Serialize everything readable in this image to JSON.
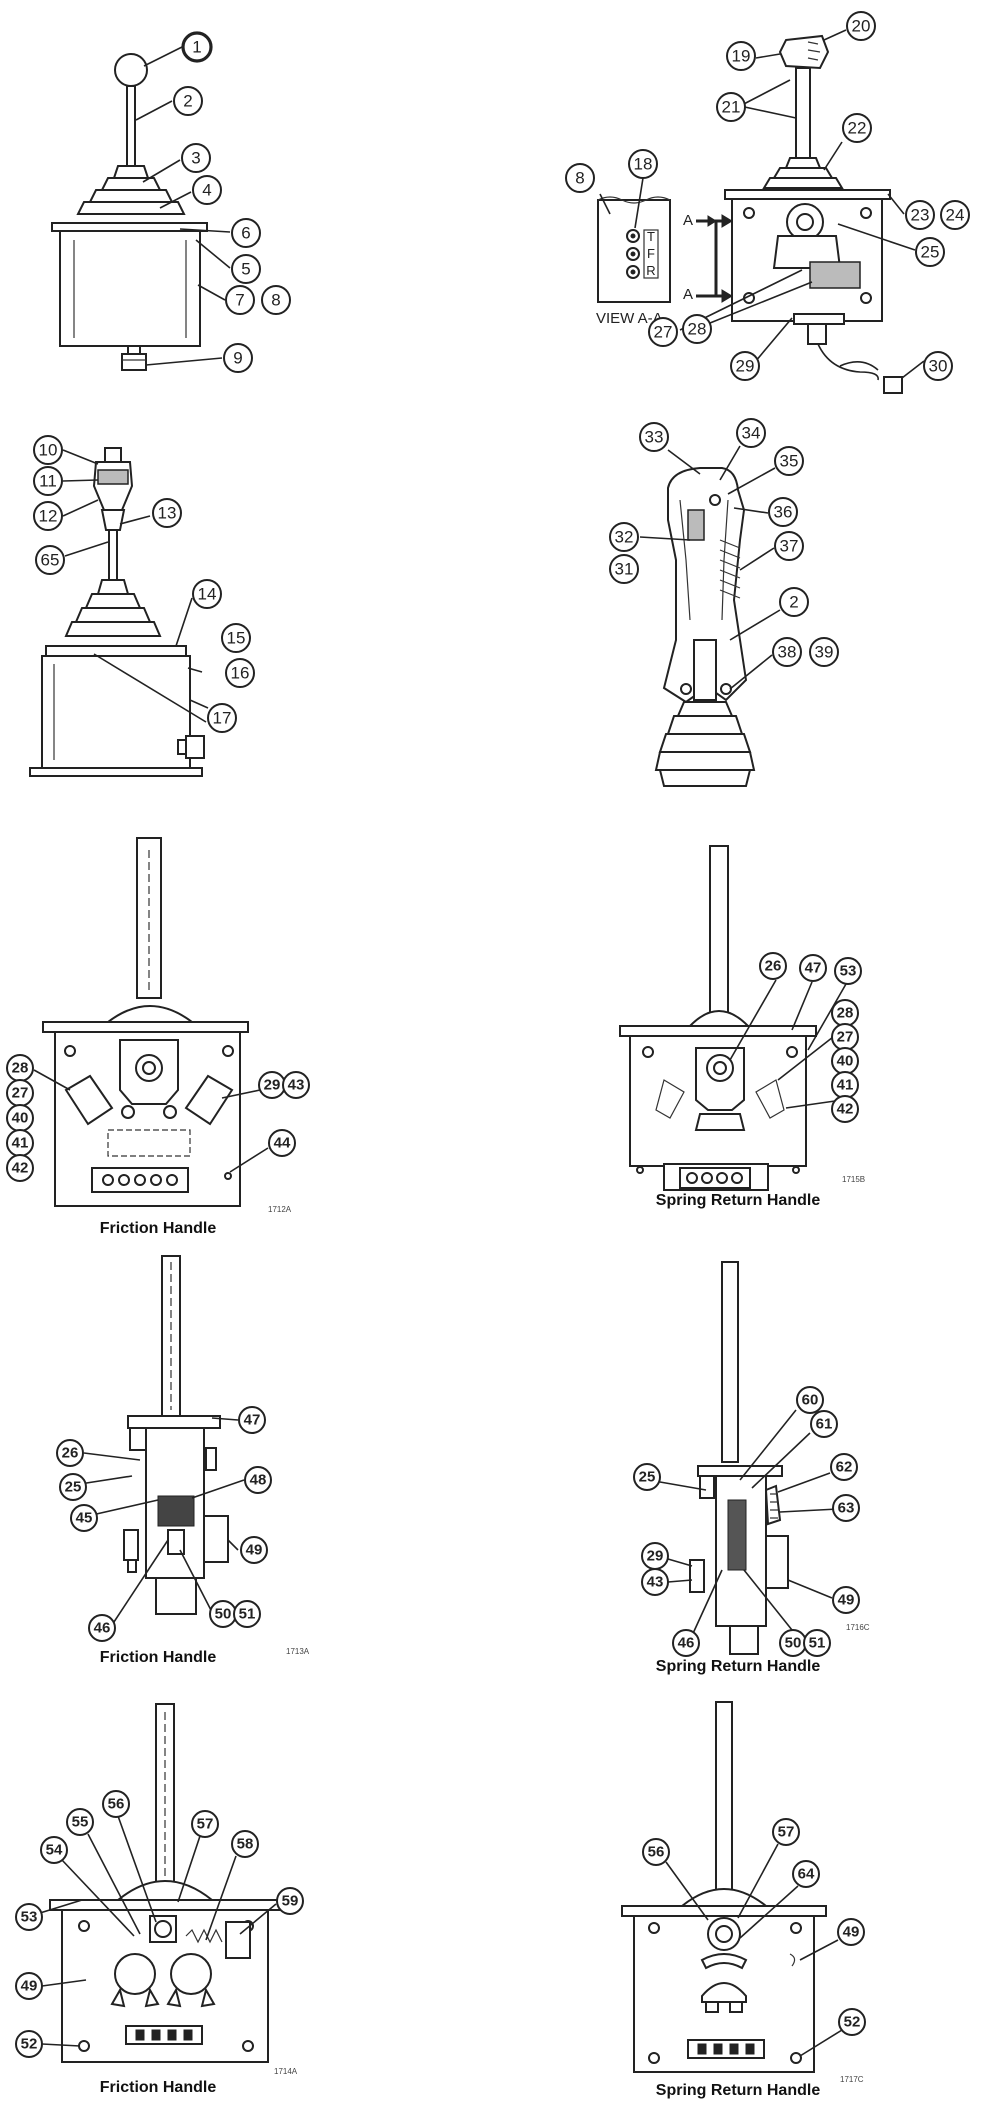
{
  "view": {
    "label": "VIEW  A-A",
    "section_letter": "A",
    "switch_letters": [
      "T",
      "F",
      "R"
    ]
  },
  "captions": {
    "friction": "Friction Handle",
    "spring": "Spring Return Handle"
  },
  "drawing_codes": [
    "1712A",
    "1715B",
    "1713A",
    "1716C",
    "1714A",
    "1717C"
  ],
  "callouts": [
    {
      "n": "1",
      "heavy": true
    },
    {
      "n": "2"
    },
    {
      "n": "3"
    },
    {
      "n": "4"
    },
    {
      "n": "5"
    },
    {
      "n": "6"
    },
    {
      "n": "7"
    },
    {
      "n": "8"
    },
    {
      "n": "9"
    },
    {
      "n": "8"
    },
    {
      "n": "18"
    },
    {
      "n": "19"
    },
    {
      "n": "20"
    },
    {
      "n": "21"
    },
    {
      "n": "22"
    },
    {
      "n": "23"
    },
    {
      "n": "24"
    },
    {
      "n": "25"
    },
    {
      "n": "27"
    },
    {
      "n": "28"
    },
    {
      "n": "29"
    },
    {
      "n": "30"
    },
    {
      "n": "10"
    },
    {
      "n": "11"
    },
    {
      "n": "12"
    },
    {
      "n": "13"
    },
    {
      "n": "65"
    },
    {
      "n": "14"
    },
    {
      "n": "15"
    },
    {
      "n": "16"
    },
    {
      "n": "17"
    },
    {
      "n": "33"
    },
    {
      "n": "34"
    },
    {
      "n": "35"
    },
    {
      "n": "36"
    },
    {
      "n": "32"
    },
    {
      "n": "31"
    },
    {
      "n": "37"
    },
    {
      "n": "2"
    },
    {
      "n": "38"
    },
    {
      "n": "39"
    },
    {
      "n": "28",
      "bold": true
    },
    {
      "n": "27",
      "bold": true
    },
    {
      "n": "40",
      "bold": true
    },
    {
      "n": "41",
      "bold": true
    },
    {
      "n": "42",
      "bold": true
    },
    {
      "n": "29",
      "bold": true
    },
    {
      "n": "43",
      "bold": true
    },
    {
      "n": "44",
      "bold": true
    },
    {
      "n": "26",
      "bold": true
    },
    {
      "n": "47",
      "bold": true
    },
    {
      "n": "53",
      "bold": true
    },
    {
      "n": "28",
      "bold": true
    },
    {
      "n": "27",
      "bold": true
    },
    {
      "n": "40",
      "bold": true
    },
    {
      "n": "41",
      "bold": true
    },
    {
      "n": "42",
      "bold": true
    },
    {
      "n": "26",
      "bold": true
    },
    {
      "n": "47",
      "bold": true
    },
    {
      "n": "25",
      "bold": true
    },
    {
      "n": "48",
      "bold": true
    },
    {
      "n": "45",
      "bold": true
    },
    {
      "n": "49",
      "bold": true
    },
    {
      "n": "46",
      "bold": true
    },
    {
      "n": "50",
      "bold": true
    },
    {
      "n": "51",
      "bold": true
    },
    {
      "n": "60",
      "bold": true
    },
    {
      "n": "61",
      "bold": true
    },
    {
      "n": "25",
      "bold": true
    },
    {
      "n": "62",
      "bold": true
    },
    {
      "n": "63",
      "bold": true
    },
    {
      "n": "29",
      "bold": true
    },
    {
      "n": "43",
      "bold": true
    },
    {
      "n": "49",
      "bold": true
    },
    {
      "n": "46",
      "bold": true
    },
    {
      "n": "50",
      "bold": true
    },
    {
      "n": "51",
      "bold": true
    },
    {
      "n": "56",
      "bold": true
    },
    {
      "n": "55",
      "bold": true
    },
    {
      "n": "57",
      "bold": true
    },
    {
      "n": "54",
      "bold": true
    },
    {
      "n": "58",
      "bold": true
    },
    {
      "n": "53",
      "bold": true
    },
    {
      "n": "59",
      "bold": true
    },
    {
      "n": "49",
      "bold": true
    },
    {
      "n": "52",
      "bold": true
    },
    {
      "n": "56",
      "bold": true
    },
    {
      "n": "57",
      "bold": true
    },
    {
      "n": "64",
      "bold": true
    },
    {
      "n": "49",
      "bold": true
    },
    {
      "n": "52",
      "bold": true
    }
  ]
}
